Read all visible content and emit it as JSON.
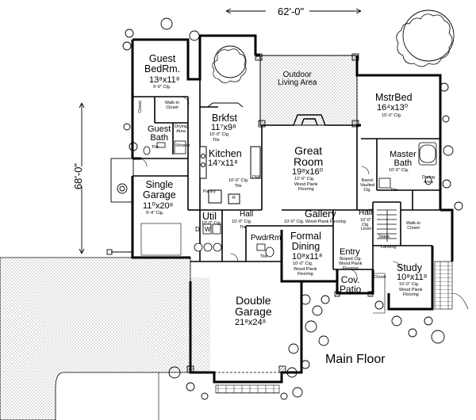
{
  "overall": {
    "width": "62'-0\"",
    "depth": "68'-0\"",
    "title": "Main Floor"
  },
  "rooms": {
    "guest_bedroom": {
      "name": [
        "Guest",
        "BedRm."
      ],
      "dim": "13⁸x11⁸",
      "ceiling": "9'-0\" Clg."
    },
    "guest_walkin": {
      "name": "Walk-in Closet"
    },
    "guest_closet": {
      "name": "Closet"
    },
    "guest_bath": {
      "name": [
        "Guest",
        "Bath"
      ]
    },
    "drying_area": {
      "name": "Drying Area"
    },
    "shower": {
      "name": "Shower"
    },
    "tile_guest": {
      "name": "Tile"
    },
    "breakfast": {
      "name": "Brkfst",
      "dim": "11⁷x9⁸",
      "ceiling": "10'-0\" Clg.",
      "floor": "Tile"
    },
    "kitchen": {
      "name": "Kitchen",
      "dim": "14⁷x11⁸",
      "ceiling": "10'-0\" Clg.",
      "floor": "Tile"
    },
    "pantry": {
      "name": "Pantry"
    },
    "dw": {
      "name": "DW"
    },
    "fridge": {
      "name": "R"
    },
    "outdoor": {
      "name": [
        "Outdoor",
        "Living Area"
      ]
    },
    "great_room": {
      "name": [
        "Great",
        "Room"
      ],
      "dim": "19⁸x16⁰",
      "ceiling": "12'-0\" Clg.",
      "floor": [
        "Wood Plank",
        "Flooring"
      ]
    },
    "master_bed": {
      "name": "MstrBed",
      "dim": "16⁴x13⁰",
      "ceiling": "10'-0\" Clg."
    },
    "master_bath": {
      "name": [
        "Master",
        "Bath"
      ],
      "ceiling": "10'-0\" Clg."
    },
    "barrel_vaulted": {
      "name": [
        "Barrel",
        "Vaulted",
        "Clg."
      ]
    },
    "drying_master": {
      "name": "Drying Area"
    },
    "walkin_master": {
      "name": [
        "Walk-in",
        "Closet"
      ]
    },
    "tile_master": {
      "name": "Tile"
    },
    "single_garage": {
      "name": [
        "Single",
        "Garage"
      ],
      "dim": "11⁰x20⁸",
      "ceiling": "9'-4\" Clg."
    },
    "util": {
      "name": "Util",
      "ceiling": "10'-0\" Clg.",
      "floor": "Tile"
    },
    "hall_left": {
      "name": "Hall",
      "ceiling": "10'-0\" Clg.",
      "floor": "Tile"
    },
    "gallery": {
      "name": "Gallery",
      "ceiling": "10'-0\" Clg. Wood Plank Flooring"
    },
    "hall_right": {
      "name": "Hall",
      "ceiling": "10'-0\" Clg."
    },
    "linen": {
      "name": "Linen"
    },
    "stairs": {
      "name": "Stairs"
    },
    "landing": {
      "name": "Landing"
    },
    "pwdr": {
      "name": "PwdrRm",
      "floor": "Tile"
    },
    "formal_dining": {
      "name": [
        "Formal",
        "Dining"
      ],
      "dim": "10⁸x11⁸",
      "ceiling": "10'-0\" Clg.",
      "floor": [
        "Wood Plank",
        "Flooring"
      ]
    },
    "entry": {
      "name": "Entry",
      "ceiling": [
        "Sloped Clg.",
        "Wood Plank",
        "Flooring"
      ]
    },
    "study": {
      "name": "Study",
      "dim": "10⁸x11⁸",
      "ceiling": "10'-0\" Clg.",
      "floor": [
        "Wood Plank",
        "Flooring"
      ]
    },
    "cov_patio": {
      "name": [
        "Cov.",
        "Patio"
      ]
    },
    "double_garage": {
      "name": [
        "Double",
        "Garage"
      ],
      "dim": "21⁸x24⁸"
    },
    "washer_dryer": {
      "w": "W",
      "d": "D"
    },
    "closet_small": {
      "name": "Closet"
    }
  },
  "colors": {
    "wall": "#000000",
    "paper": "#ffffff",
    "hatch": "#555555",
    "driveway": "#e6e6e6",
    "lawn": "#f2f2f2"
  }
}
